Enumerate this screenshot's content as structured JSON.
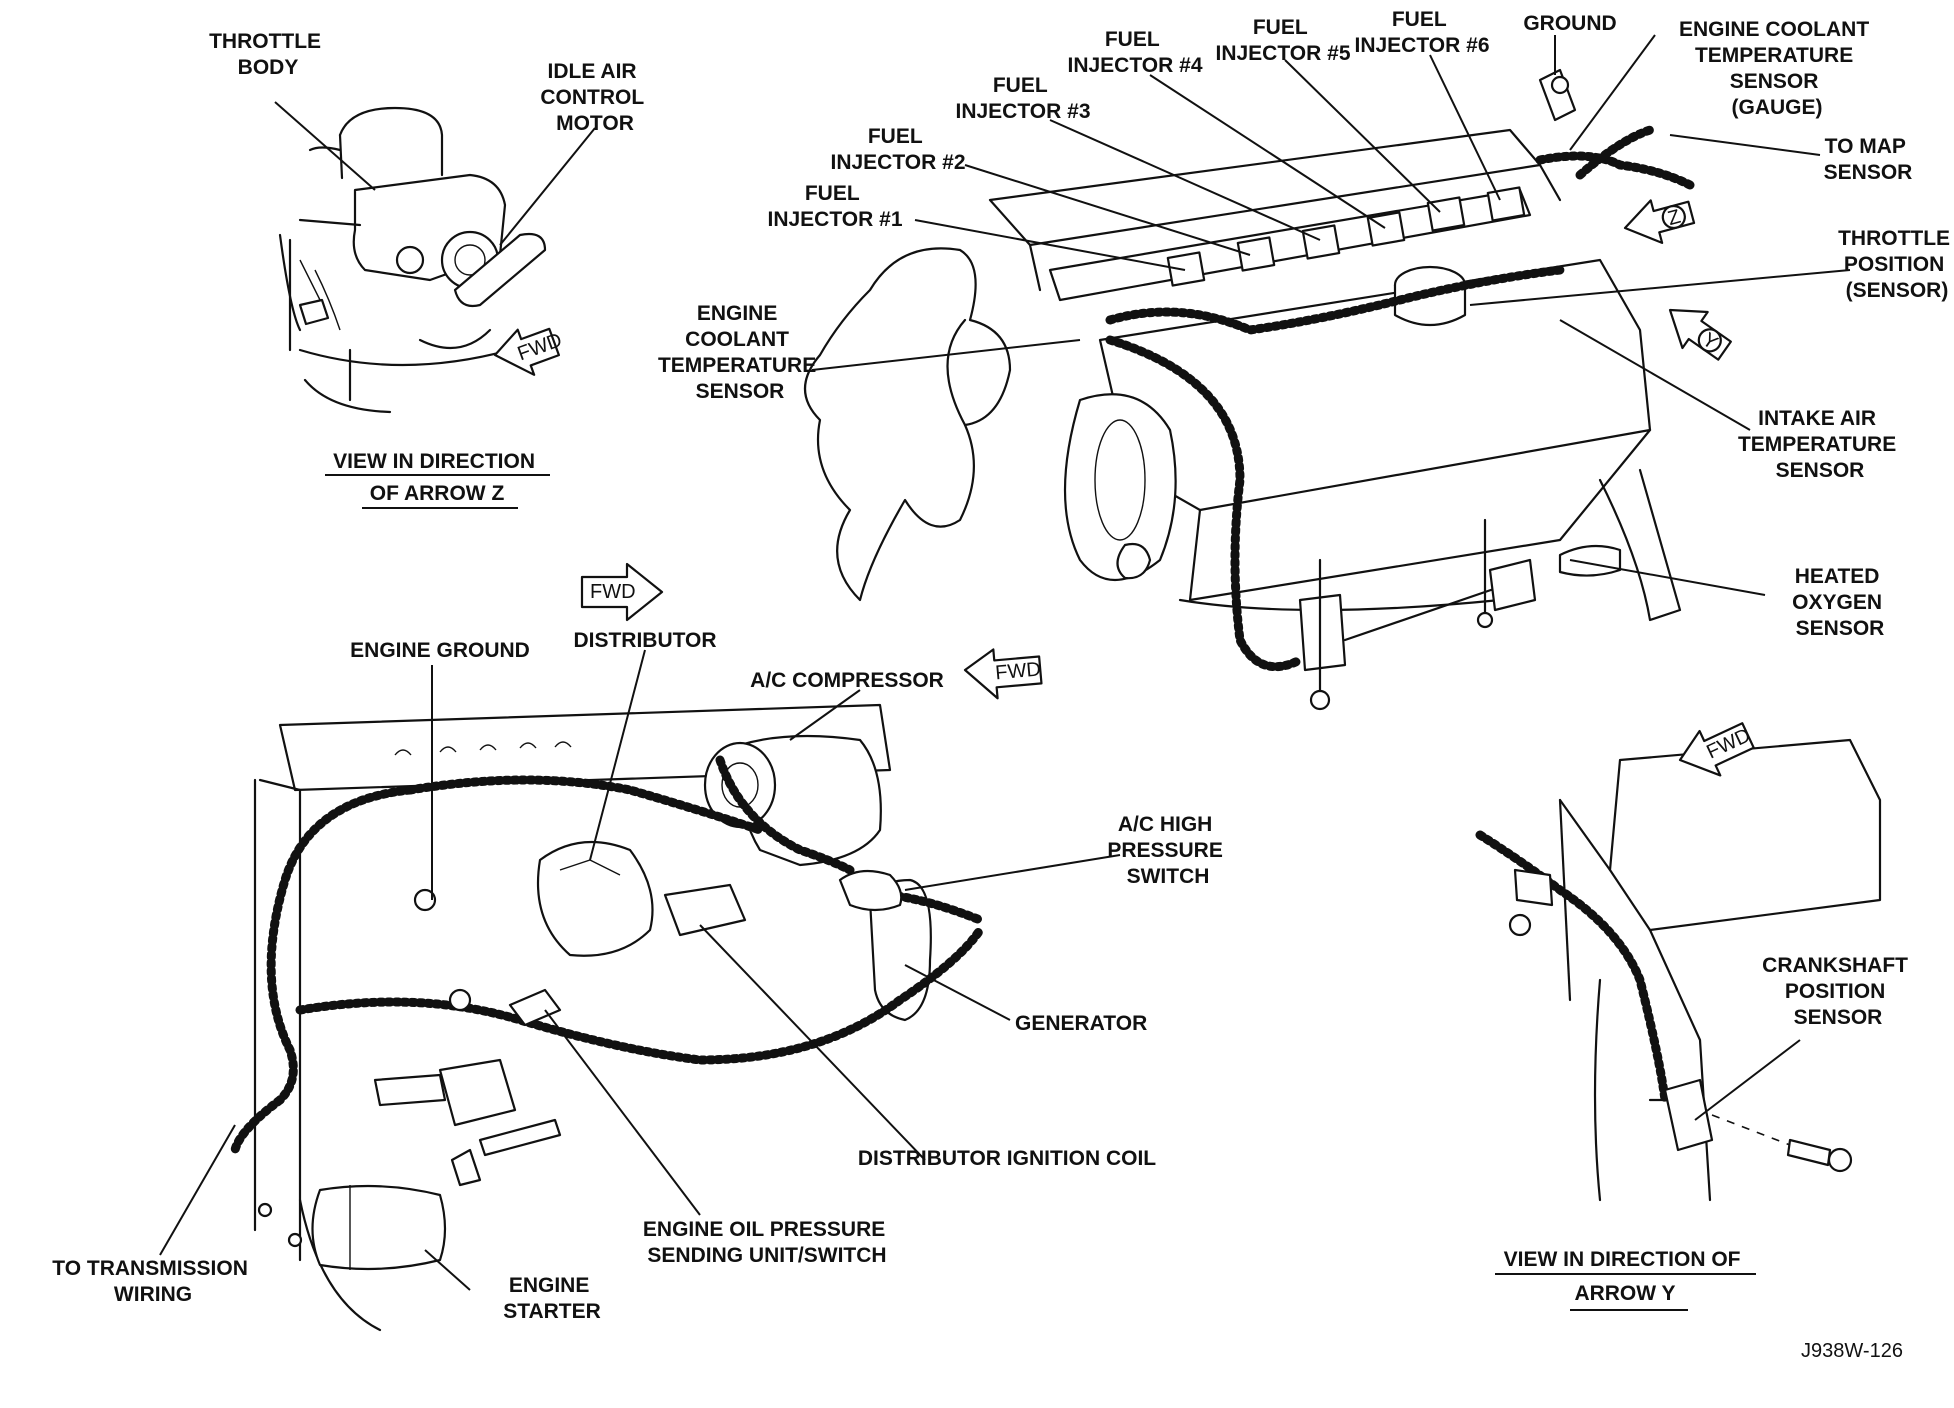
{
  "labels": {
    "throttle_body": [
      "THROTTLE",
      "BODY"
    ],
    "idle_air_control_motor": [
      "IDLE AIR",
      "CONTROL",
      "MOTOR"
    ],
    "view_arrow_z": [
      "VIEW IN DIRECTION",
      "OF ARROW Z"
    ],
    "fuel_injector_1": [
      "FUEL",
      "INJECTOR #1"
    ],
    "fuel_injector_2": [
      "FUEL",
      "INJECTOR #2"
    ],
    "fuel_injector_3": [
      "FUEL",
      "INJECTOR #3"
    ],
    "fuel_injector_4": [
      "FUEL",
      "INJECTOR #4"
    ],
    "fuel_injector_5": [
      "FUEL",
      "INJECTOR #5"
    ],
    "fuel_injector_6": [
      "FUEL",
      "INJECTOR #6"
    ],
    "ground": [
      "GROUND"
    ],
    "engine_coolant_temp_sensor_gauge": [
      "ENGINE COOLANT",
      "TEMPERATURE",
      "SENSOR",
      "(GAUGE)"
    ],
    "to_map_sensor": [
      "TO MAP",
      "SENSOR"
    ],
    "throttle_position_sensor": [
      "THROTTLE",
      "POSITION",
      "(SENSOR)"
    ],
    "engine_coolant_temp_sensor": [
      "ENGINE",
      "COOLANT",
      "TEMPERATURE",
      "SENSOR"
    ],
    "intake_air_temp_sensor": [
      "INTAKE AIR",
      "TEMPERATURE",
      "SENSOR"
    ],
    "heated_oxygen_sensor": [
      "HEATED",
      "OXYGEN",
      "SENSOR"
    ],
    "engine_ground": [
      "ENGINE GROUND"
    ],
    "distributor": [
      "DISTRIBUTOR"
    ],
    "ac_compressor": [
      "A/C COMPRESSOR"
    ],
    "ac_high_pressure_switch": [
      "A/C HIGH",
      "PRESSURE",
      "SWITCH"
    ],
    "generator": [
      "GENERATOR"
    ],
    "distributor_ignition_coil": [
      "DISTRIBUTOR IGNITION COIL"
    ],
    "engine_oil_pressure_sending_unit": [
      "ENGINE OIL PRESSURE",
      "SENDING UNIT/SWITCH"
    ],
    "to_transmission_wiring": [
      "TO TRANSMISSION",
      "WIRING"
    ],
    "engine_starter": [
      "ENGINE",
      "STARTER"
    ],
    "crankshaft_position_sensor": [
      "CRANKSHAFT",
      "POSITION",
      "SENSOR"
    ],
    "view_arrow_y": [
      "VIEW IN DIRECTION OF",
      "ARROW Y"
    ]
  },
  "arrows": {
    "fwd": "FWD",
    "z": "Z",
    "y": "Y"
  },
  "figure_code": "J938W-126",
  "icons": [
    "fwd-arrow-icon",
    "direction-arrow-z-icon",
    "direction-arrow-y-icon"
  ]
}
